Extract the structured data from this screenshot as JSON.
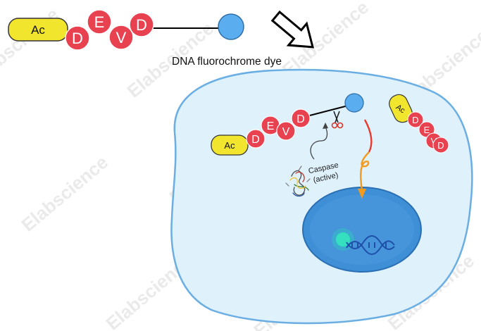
{
  "probe": {
    "cap_label": "Ac",
    "residues": [
      "D",
      "E",
      "V",
      "D"
    ],
    "dye_label": "DNA  fluorochrome dye"
  },
  "cell": {
    "caspase_label_line1": "Caspase",
    "caspase_label_line2": "(active)",
    "free_peptide": {
      "cap_label": "Ac",
      "residues": [
        "D",
        "E",
        "V",
        "D"
      ]
    }
  },
  "watermark": "Elabscience",
  "colors": {
    "cap_yellow": "#f2e52e",
    "residue_red": "#e8414f",
    "dye_blue": "#5aaef0",
    "cytoplasm": "#dff1fb",
    "cell_border": "#6aaee3",
    "nucleus": "#3f8fd6",
    "nucleus_border": "#2a6fb4",
    "dna": "#1f4fa8",
    "glow": "#29d7b6",
    "arrow_red": "#e83a2e",
    "arrow_orange": "#f49b1e"
  }
}
